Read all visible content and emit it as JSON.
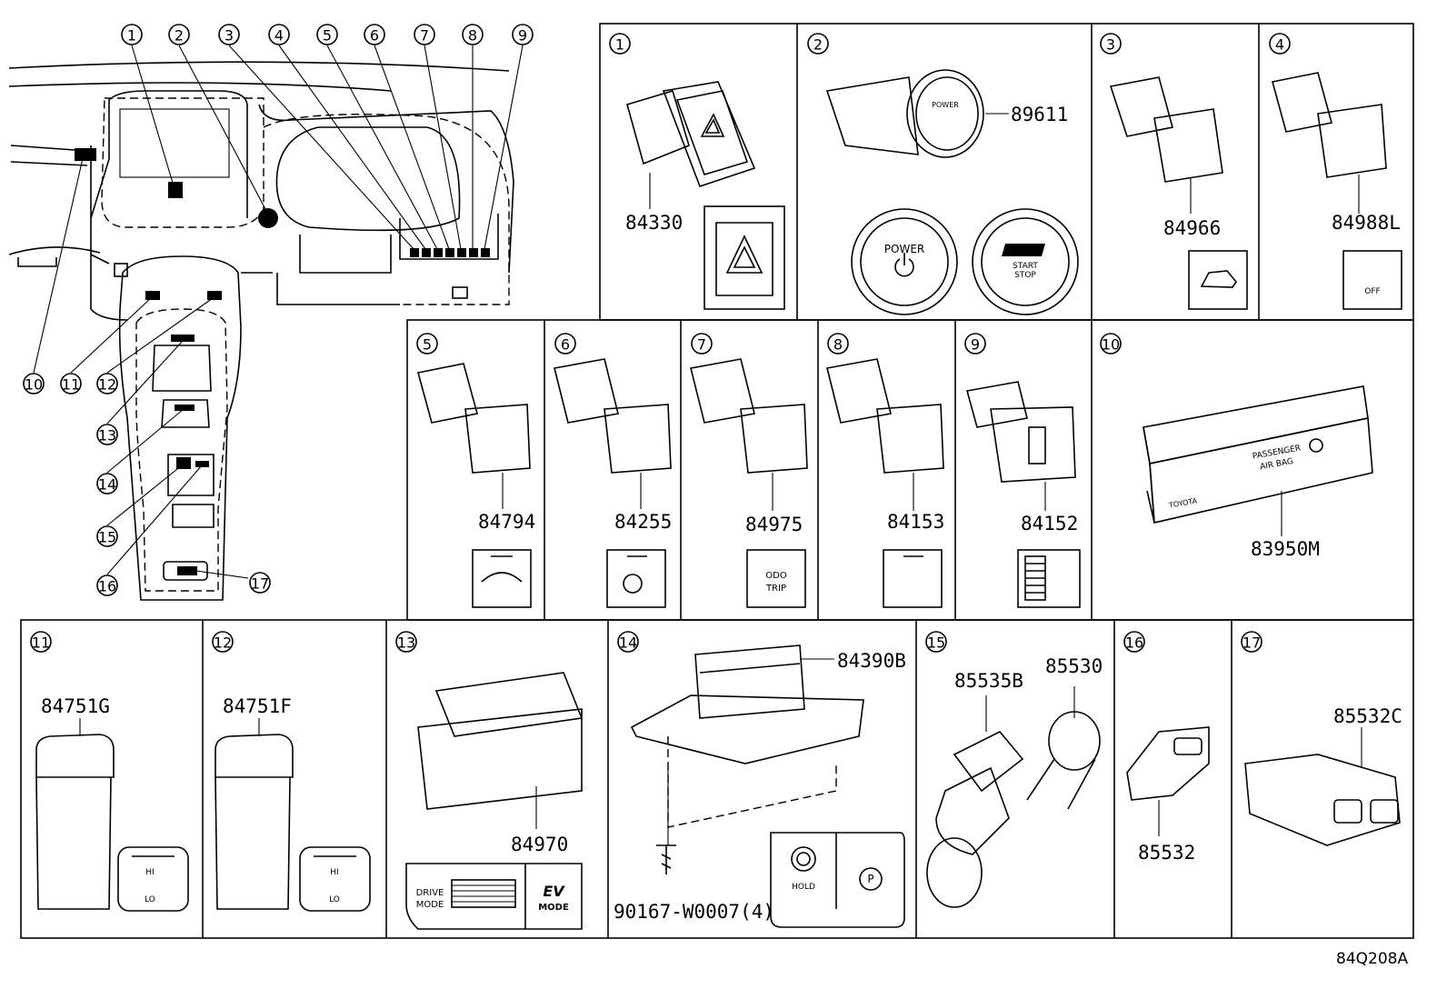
{
  "diagram": {
    "overview_callouts": [
      "1",
      "2",
      "3",
      "4",
      "5",
      "6",
      "7",
      "8",
      "9",
      "10",
      "11",
      "12",
      "13",
      "14",
      "15",
      "16",
      "17"
    ],
    "panels": [
      {
        "num": "1",
        "parts": [
          "84330"
        ]
      },
      {
        "num": "2",
        "parts": [
          "89611"
        ]
      },
      {
        "num": "3",
        "parts": [
          "84966"
        ]
      },
      {
        "num": "4",
        "parts": [
          "84988L"
        ]
      },
      {
        "num": "5",
        "parts": [
          "84794"
        ]
      },
      {
        "num": "6",
        "parts": [
          "84255"
        ]
      },
      {
        "num": "7",
        "parts": [
          "84975"
        ]
      },
      {
        "num": "8",
        "parts": [
          "84153"
        ]
      },
      {
        "num": "9",
        "parts": [
          "84152"
        ]
      },
      {
        "num": "10",
        "parts": [
          "83950M"
        ]
      },
      {
        "num": "11",
        "parts": [
          "84751G"
        ]
      },
      {
        "num": "12",
        "parts": [
          "84751F"
        ]
      },
      {
        "num": "13",
        "parts": [
          "84970"
        ]
      },
      {
        "num": "14",
        "parts": [
          "84390B",
          "90167-W0007(4)"
        ]
      },
      {
        "num": "15",
        "parts": [
          "85535B",
          "85530"
        ]
      },
      {
        "num": "16",
        "parts": [
          "85532"
        ]
      },
      {
        "num": "17",
        "parts": [
          "85532C"
        ]
      }
    ],
    "icon_text": {
      "power": "POWER",
      "start": "START",
      "stop": "STOP",
      "off": "OFF",
      "odo": "ODO",
      "trip": "TRIP",
      "passenger": "PASSENGER",
      "air_bag": "AIR BAG",
      "brand": "TOYOTA",
      "hi": "HI",
      "lo": "LO",
      "ev": "EV",
      "ev_mode": "MODE",
      "drive": "DRIVE",
      "drive_mode": "MODE",
      "hold": "HOLD",
      "p": "P"
    },
    "drawing_code": "84Q208A"
  }
}
